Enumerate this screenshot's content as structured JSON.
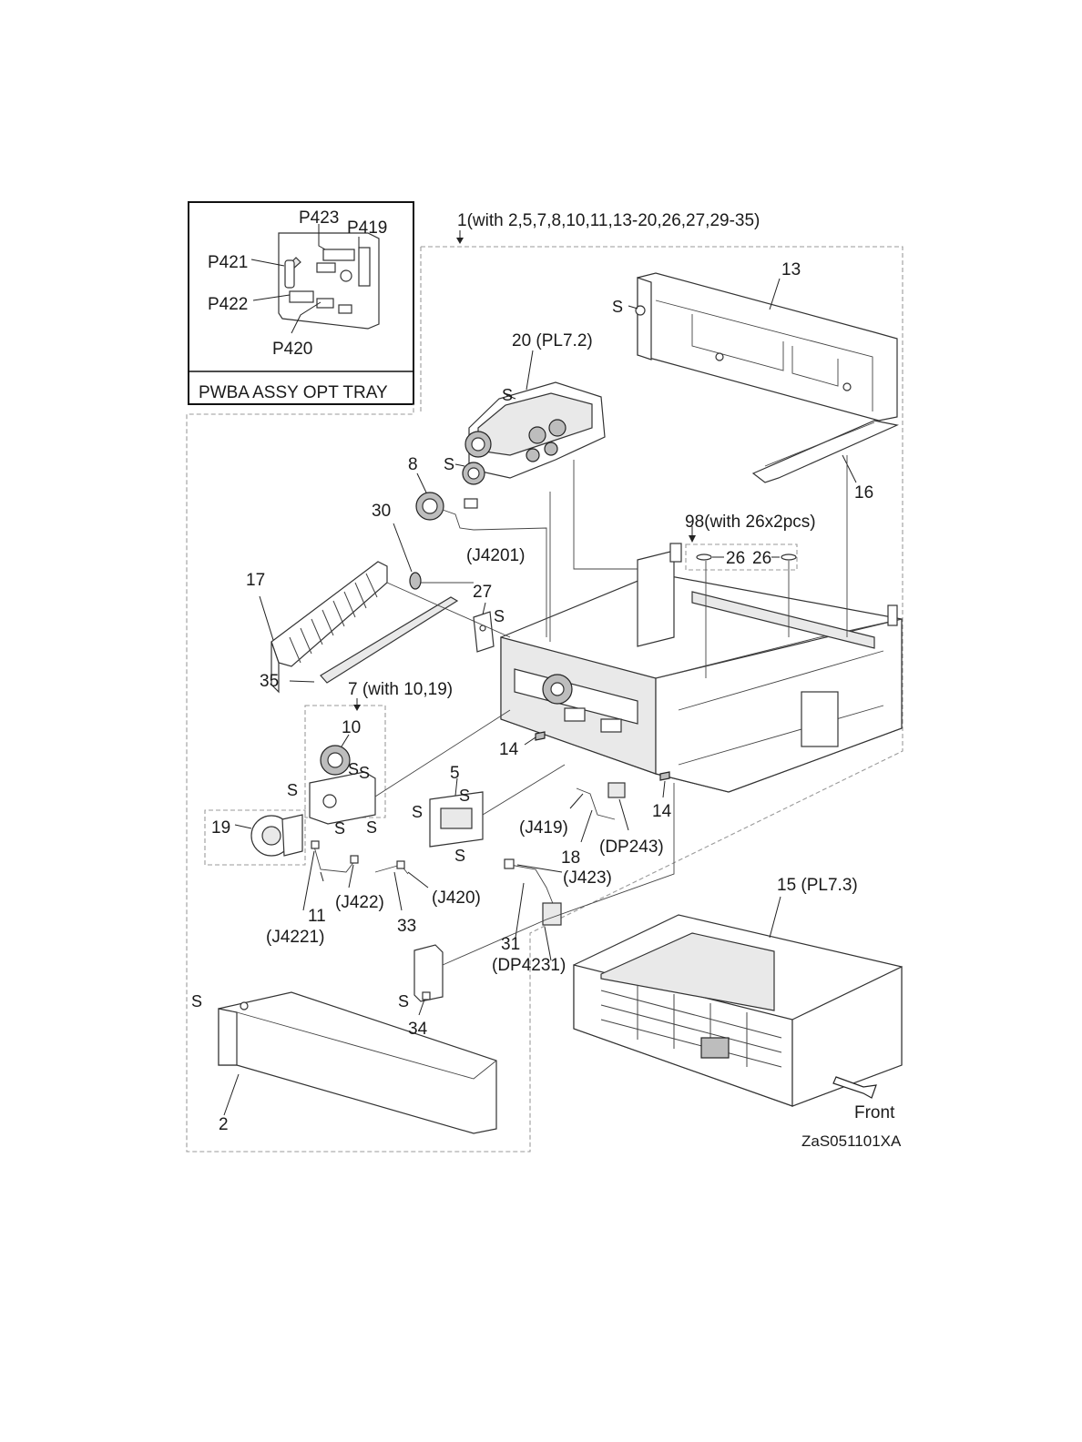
{
  "inset": {
    "title": "PWBA ASSY OPT TRAY",
    "connectors": [
      "P423",
      "P419",
      "P421",
      "P422",
      "P420"
    ]
  },
  "callouts": {
    "assembly_1": "1(with 2,5,7,8,10,11,13-20,26,27,29-35)",
    "part_13": "13",
    "part_20": "20 (PL7.2)",
    "part_16": "16",
    "part_8": "8",
    "part_30": "30",
    "conn_j4201": "(J4201)",
    "part_98": "98(with 26x2pcs)",
    "part_26a": "26",
    "part_26b": "26",
    "part_17": "17",
    "part_27": "27",
    "part_35": "35",
    "part_7": "7 (with 10,19)",
    "part_10": "10",
    "part_14a": "14",
    "part_14b": "14",
    "part_5": "5",
    "part_19": "19",
    "conn_j419": "(J419)",
    "part_18": "18",
    "conn_dp243": "(DP243)",
    "conn_j423": "(J423)",
    "conn_j422": "(J422)",
    "conn_j420": "(J420)",
    "part_11": "11",
    "conn_j4221": "(J4221)",
    "part_33": "33",
    "part_31": "31",
    "conn_dp4231": "(DP4231)",
    "part_15": "15 (PL7.3)",
    "part_34": "34",
    "part_2": "2",
    "front": "Front",
    "figure_id": "ZaS051101XA"
  },
  "screw_label": "S"
}
